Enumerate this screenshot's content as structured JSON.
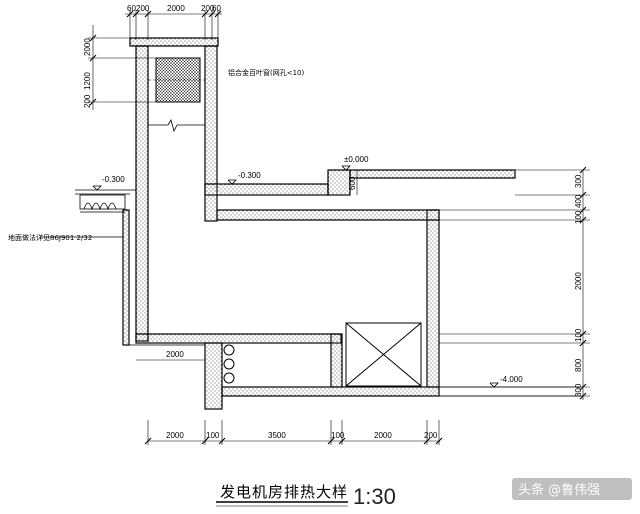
{
  "title": {
    "text": "发电机房排热大样",
    "scale": "1:30"
  },
  "watermark": "头条 @鲁伟强",
  "notes": {
    "louver": "铝合金百叶窗(网孔<10)",
    "ground_ref": "地面做法详见86J901 2/32"
  },
  "elevations": {
    "ground": "-0.300",
    "floor_top": "±0.000",
    "top_slab": "-0.300",
    "bottom": "-4.000"
  },
  "dims": {
    "top_h": [
      "60",
      "200",
      "2000",
      "200",
      "60"
    ],
    "left_v": [
      "2000",
      "1200",
      "200"
    ],
    "slab_step": "600",
    "right_v": [
      "300",
      "400",
      "100",
      "2000",
      "100",
      "800",
      "300"
    ],
    "pit": "2000",
    "bottom_h": [
      "2000",
      "100",
      "3500",
      "100",
      "2000",
      "200"
    ]
  }
}
